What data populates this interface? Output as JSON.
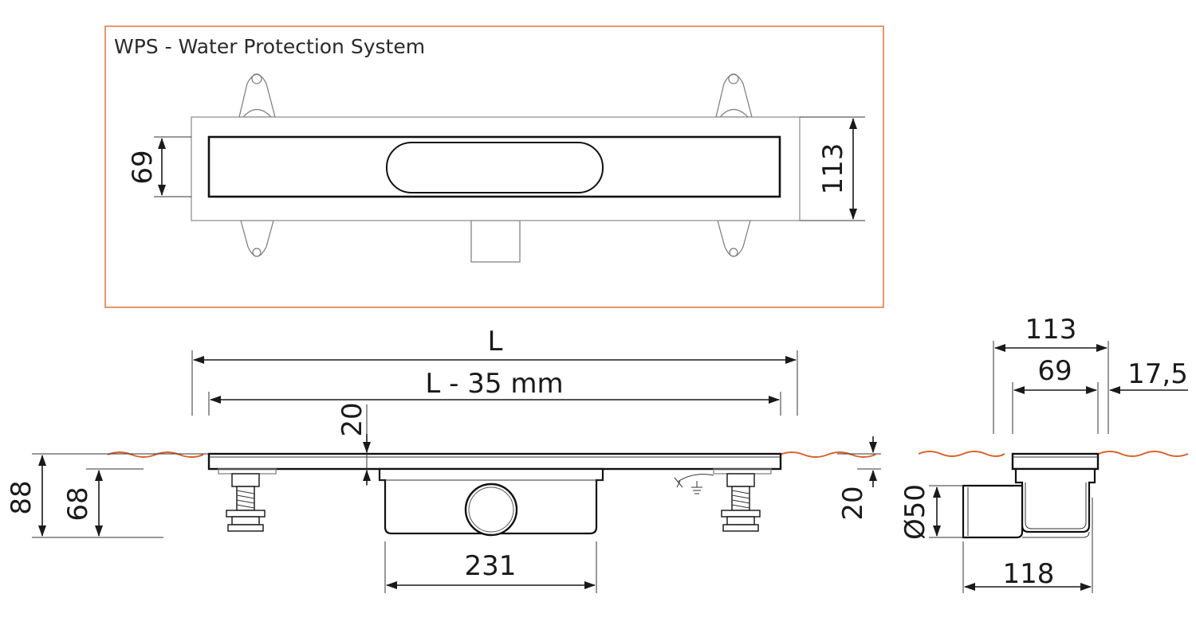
{
  "title": "WPS - Water Protection System",
  "colors": {
    "frame": "#e07b4a",
    "floor": "#d9622b",
    "line": "#1a1a1a"
  },
  "top_view": {
    "width_label": "113",
    "grate_label": "69"
  },
  "front_view": {
    "length_label": "L",
    "inner_length_label": "L - 35 mm",
    "depth_label": "20",
    "height_total_label": "88",
    "height_body_label": "68",
    "right_depth_label": "20",
    "body_width_label": "231"
  },
  "side_view": {
    "width_label": "113",
    "inner_label": "69",
    "offset_label": "17,5",
    "outlet_label": "Ø50",
    "total_label": "118"
  }
}
